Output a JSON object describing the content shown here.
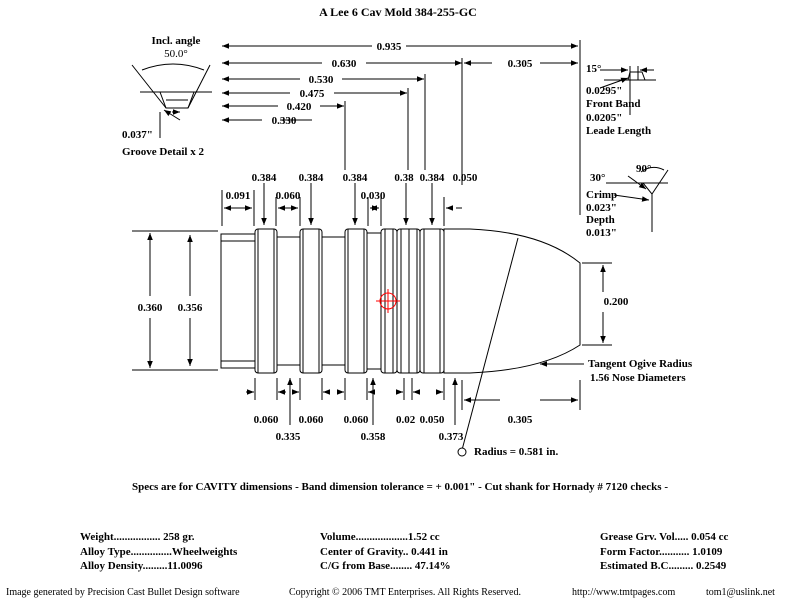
{
  "title": "A Lee 6 Cav Mold   384-255-GC",
  "groove": {
    "angle_label": "Incl. angle",
    "angle_value": "50.0°",
    "depth": "0.037\"",
    "caption": "Groove Detail x 2"
  },
  "length_dims": {
    "l0935": "0.935",
    "l0630": "0.630",
    "l0530": "0.530",
    "l0475": "0.475",
    "l0420": "0.420",
    "l0330": "0.330",
    "l0305_top": "0.305",
    "l0305_bottom": "0.305"
  },
  "front_band": {
    "angle": "15°",
    "value": "0.0295\"",
    "label": "Front Band",
    "leade_value": "0.0205\"",
    "leade_label": "Leade Length"
  },
  "crimp": {
    "angle1": "30°",
    "angle2": "90°",
    "label": "Crimp",
    "depth_value": "0.023\"",
    "depth_label": "Depth",
    "extra": "0.013\""
  },
  "top_dims": {
    "d0091": "0.091",
    "d0384a": "0.384",
    "d0060": "0.060",
    "d0384b": "0.384",
    "d0384c": "0.384",
    "d0030": "0.030",
    "d0384d": "0.38",
    "d0384e": "0.384",
    "d0050": "0.050"
  },
  "diameters": {
    "d0360": "0.360",
    "d0356": "0.356",
    "d0200": "0.200"
  },
  "ogive": {
    "line1": "Tangent Ogive Radius",
    "line2": "1.56  Nose Diameters"
  },
  "bottom_dims": {
    "b0060a": "0.060",
    "b0060b": "0.060",
    "b0060c": "0.060",
    "b002x": "0.02",
    "b0050": "0.050",
    "b0305": "0.305",
    "b0335": "0.335",
    "b0358": "0.358",
    "b0373": "0.373"
  },
  "radius": "Radius = 0.581 in.",
  "specs_line": "Specs are for CAVITY dimensions - Band dimension tolerance = + 0.001\"  - Cut shank for Hornady # 7120 checks -",
  "stats": {
    "weight": "Weight.................  258 gr.",
    "alloy_type": "Alloy Type...............Wheelweights",
    "alloy_density": "Alloy Density.........11.0096",
    "volume": "Volume...................1.52 cc",
    "cog": "Center of Gravity.. 0.441 in",
    "cg_base": "C/G from Base........ 47.14%",
    "grease": "Grease Grv. Vol..... 0.054 cc",
    "form_factor": "Form Factor........... 1.0109",
    "bc": "Estimated B.C......... 0.2549"
  },
  "footer": {
    "generated": "Image generated by Precision Cast Bullet Design software",
    "copyright": "Copyright © 2006 TMT Enterprises. All Rights Reserved.",
    "url": "http://www.tmtpages.com",
    "email": "tom1@uslink.net"
  },
  "colors": {
    "ink": "#000000",
    "crosshair": "#ff0000"
  }
}
